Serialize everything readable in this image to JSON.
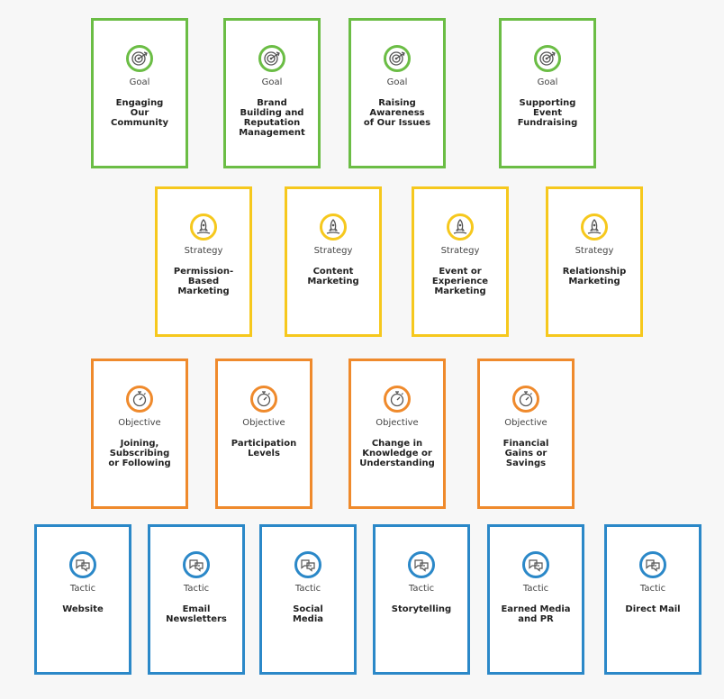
{
  "colors": {
    "goal": "#6bbd45",
    "strategy": "#f6c81d",
    "objective": "#ef8a2c",
    "tactic": "#2b88c8"
  },
  "icons": {
    "goal": "target-icon",
    "strategy": "rocket-icon",
    "objective": "stopwatch-icon",
    "tactic": "speech-bubbles-icon"
  },
  "goals": [
    {
      "kind": "Goal",
      "title": "Engaging\nOur\nCommunity"
    },
    {
      "kind": "Goal",
      "title": "Brand\nBuilding and\nReputation\nManagement"
    },
    {
      "kind": "Goal",
      "title": "Raising\nAwareness\nof Our Issues"
    },
    {
      "kind": "Goal",
      "title": "Supporting\nEvent\nFundraising"
    }
  ],
  "strategies": [
    {
      "kind": "Strategy",
      "title": "Permission-\nBased\nMarketing"
    },
    {
      "kind": "Strategy",
      "title": "Content\nMarketing"
    },
    {
      "kind": "Strategy",
      "title": "Event or\nExperience\nMarketing"
    },
    {
      "kind": "Strategy",
      "title": "Relationship\nMarketing"
    }
  ],
  "objectives": [
    {
      "kind": "Objective",
      "title": "Joining,\nSubscribing\nor Following"
    },
    {
      "kind": "Objective",
      "title": "Participation\nLevels"
    },
    {
      "kind": "Objective",
      "title": "Change in\nKnowledge or\nUnderstanding"
    },
    {
      "kind": "Objective",
      "title": "Financial\nGains or\nSavings"
    }
  ],
  "tactics": [
    {
      "kind": "Tactic",
      "title": "Website"
    },
    {
      "kind": "Tactic",
      "title": "Email\nNewsletters"
    },
    {
      "kind": "Tactic",
      "title": "Social\nMedia"
    },
    {
      "kind": "Tactic",
      "title": "Storytelling"
    },
    {
      "kind": "Tactic",
      "title": "Earned Media\nand PR"
    },
    {
      "kind": "Tactic",
      "title": "Direct Mail"
    }
  ]
}
